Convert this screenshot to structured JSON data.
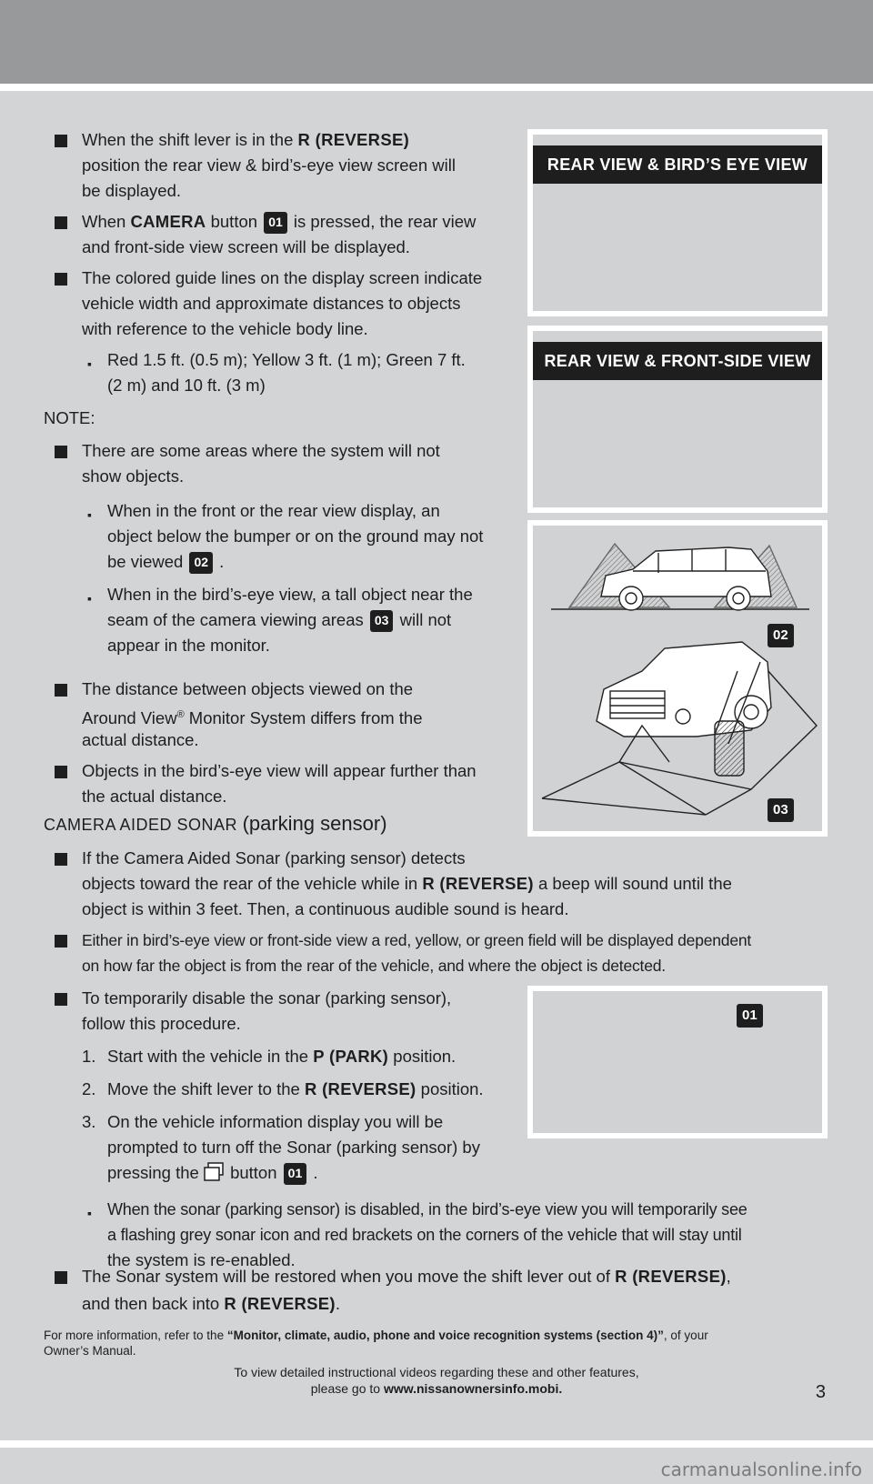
{
  "panels": {
    "p1_title": "REAR VIEW & BIRD’S EYE VIEW",
    "p2_title": "REAR VIEW & FRONT-SIDE VIEW",
    "p3_badge_02": "02",
    "p3_badge_03": "03",
    "p4_badge_01": "01"
  },
  "b1": {
    "t1": "When the shift lever is in the ",
    "bold": "R (REVERSE)",
    "l2": "position the rear view & bird’s-eye view screen will",
    "l3": "be displayed."
  },
  "b2": {
    "t1": "When ",
    "bold": "CAMERA",
    "t2": " button ",
    "badge": "01",
    "t3": " is pressed, the rear view",
    "l2": "and front-side view screen will be displayed."
  },
  "b3": {
    "l1": "The colored guide lines on the display screen indicate",
    "l2": "vehicle width and approximate distances to objects",
    "l3": "with reference to the vehicle body line."
  },
  "b3sub": {
    "l1": "Red 1.5 ft. (0.5 m); Yellow 3 ft. (1 m); Green 7 ft.",
    "l2": "(2 m) and 10 ft. (3 m)"
  },
  "note": "NOTE:",
  "n1": {
    "l1": "There are some areas where the system will not",
    "l2": "show objects."
  },
  "n1a": {
    "l1": "When in the front or the rear view display, an",
    "l2": "object below the bumper or on the ground may not",
    "l3a": "be viewed ",
    "badge": "02",
    "l3b": " ."
  },
  "n1b": {
    "l1": "When in the bird’s-eye view, a tall object near the",
    "l2a": "seam of the camera viewing areas ",
    "badge": "03",
    "l2b": " will not",
    "l3": "appear in the monitor."
  },
  "n2": {
    "l1": "The distance between objects viewed on the",
    "l2a": "Around View",
    "sup": "®",
    "l2b": " Monitor System differs from the",
    "l3": "actual distance."
  },
  "n3": {
    "l1": "Objects in the bird’s-eye view will appear further than",
    "l2": "the actual distance."
  },
  "sonar_heading": {
    "caps": "CAMERA AIDED SONAR ",
    "small": "(parking sensor)"
  },
  "s1": {
    "l1": "If the Camera Aided Sonar (parking sensor) detects",
    "l2a": "objects toward the rear of the vehicle while in ",
    "bold": "R (REVERSE)",
    "l2b": " a beep will sound until the",
    "l3": "object is within 3 feet. Then, a continuous audible sound is heard."
  },
  "s2": {
    "l1": "Either in bird’s-eye view or front-side view a red, yellow, or green field will be displayed dependent",
    "l2": "on how far the object is from the rear of the vehicle, and where the object is detected."
  },
  "s3": {
    "l1": "To temporarily disable the sonar (parking sensor),",
    "l2": "follow this procedure."
  },
  "steps": [
    {
      "n": "1.",
      "a": "Start with the vehicle in the ",
      "bold": "P (PARK)",
      "b": " position."
    },
    {
      "n": "2.",
      "a": "Move the shift lever to the ",
      "bold": "R (REVERSE)",
      "b": " position."
    }
  ],
  "step3": {
    "n": "3.",
    "l1": "On the vehicle information display you will be",
    "l2": "prompted to turn off the Sonar (parking sensor) by",
    "l3a": "pressing the ",
    "l3b": " button ",
    "badge": "01",
    "l3c": " ."
  },
  "s3sub": {
    "l1": "When the sonar (parking sensor) is disabled, in the bird’s-eye view you will temporarily see",
    "l2": "a flashing grey sonar icon and red brackets on the corners of the vehicle that will stay until",
    "l3": "the system is re-enabled."
  },
  "s4": {
    "l1a": "The Sonar system will be restored when you move the shift lever out of ",
    "bold1": "R (REVERSE)",
    "l1b": ",",
    "l2a": "and then back into ",
    "bold2": "R (REVERSE)",
    "l2b": "."
  },
  "footer": {
    "refer_a": "For more information, refer to the ",
    "refer_bold": "“Monitor, climate, audio, phone and voice recognition systems (section 4)”",
    "refer_b": ", of your",
    "refer_l2": "Owner’s Manual.",
    "view_l1": "To view detailed instructional videos regarding these and other features,",
    "view_l2a": "please go to ",
    "view_url": "www.nissanownersinfo.mobi.",
    "page": "3"
  },
  "watermark": "carmanualsonline.info"
}
